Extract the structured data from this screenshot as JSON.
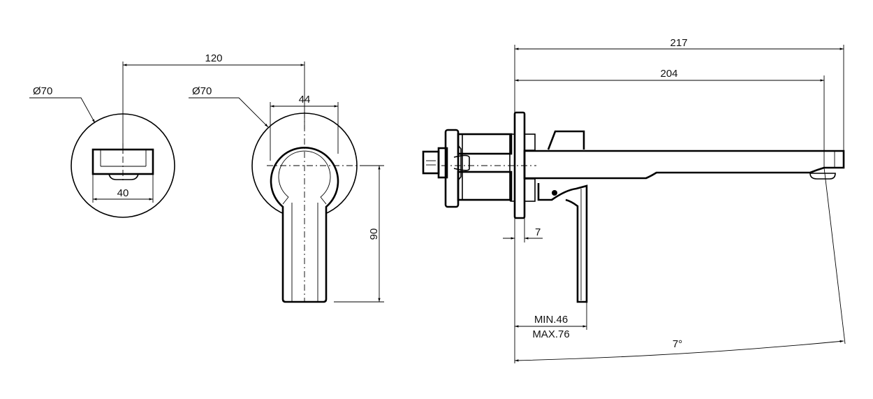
{
  "drawing": {
    "front_view": {
      "diameter_label": "Ø70",
      "width_label": "40"
    },
    "handle_view": {
      "diameter_label": "Ø70",
      "ring_width_label": "44",
      "height_label": "90"
    },
    "spacing_label": "120",
    "side_view": {
      "total_length_label": "217",
      "spout_length_label": "204",
      "flange_thickness_label": "7",
      "wall_depth_min_label": "MIN.46",
      "wall_depth_max_label": "MAX.76",
      "angle_label": "7°"
    }
  }
}
